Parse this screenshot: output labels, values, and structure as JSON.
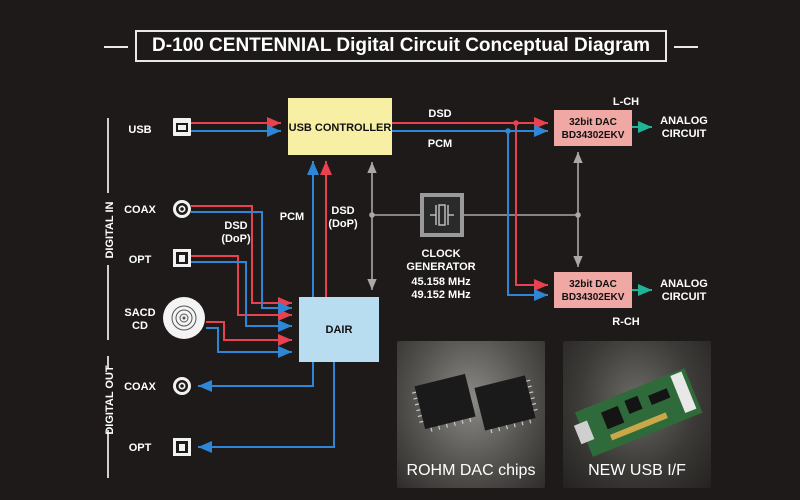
{
  "title": "D-100 CENTENNIAL Digital Circuit Conceptual Diagram",
  "sections": {
    "digital_in": "DIGITAL IN",
    "digital_out": "DIGITAL OUT"
  },
  "inputs": {
    "usb": "USB",
    "coax": "COAX",
    "opt": "OPT",
    "sacd_1": "SACD",
    "sacd_2": "CD"
  },
  "outputs": {
    "coax": "COAX",
    "opt": "OPT"
  },
  "blocks": {
    "usb_controller": "USB CONTROLLER",
    "dair": "DAIR",
    "dac_l_1": "32bit DAC",
    "dac_l_2": "BD34302EKV",
    "dac_r_1": "32bit DAC",
    "dac_r_2": "BD34302EKV"
  },
  "labels": {
    "dsd_top": "DSD",
    "pcm_top": "PCM",
    "pcm_mid": "PCM",
    "dsd_dop_1": "DSD",
    "dsd_dop_2": "(DoP)",
    "dsd_dop_left_1": "DSD",
    "dsd_dop_left_2": "(DoP)",
    "l_ch": "L-CH",
    "r_ch": "R-CH",
    "analog_l_1": "ANALOG",
    "analog_l_2": "CIRCUIT",
    "analog_r_1": "ANALOG",
    "analog_r_2": "CIRCUIT",
    "clock_1": "CLOCK",
    "clock_2": "GENERATOR",
    "freq_1": "45.158 MHz",
    "freq_2": "49.152 MHz"
  },
  "photos": {
    "rohm": "ROHM DAC chips",
    "usb_if": "NEW USB I/F"
  },
  "colors": {
    "red": "#e8414f",
    "blue": "#2f86d4",
    "gray": "#a8a8a8",
    "green": "#1fb497",
    "yellow": "#f7f0a4",
    "lightblue": "#b8dcf0",
    "pink": "#f0a8a4"
  }
}
